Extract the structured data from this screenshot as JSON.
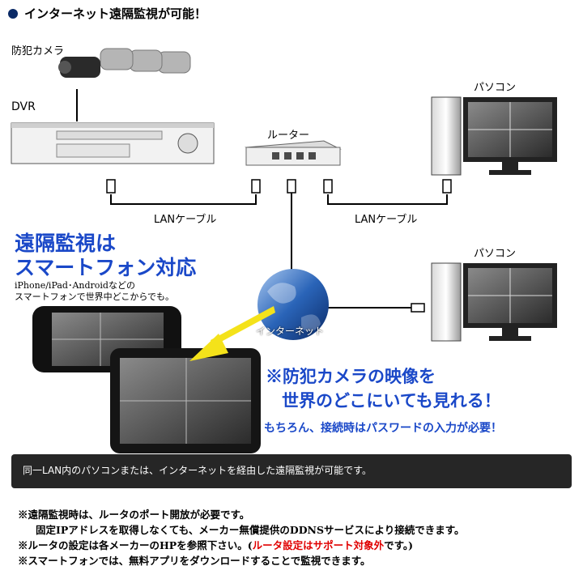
{
  "header": {
    "title": "インターネット遠隔監視が可能！"
  },
  "labels": {
    "camera": "防犯カメラ",
    "dvr": "DVR",
    "router": "ルーター",
    "pc_top": "パソコン",
    "pc_bottom": "パソコン",
    "lan_left": "LANケーブル",
    "lan_right": "LANケーブル",
    "internet": "インターネット"
  },
  "promo_smartphone": {
    "line1": "遠隔監視は",
    "line2": "スマートフォン対応",
    "sub1": "iPhone/iPad･Androidなどの",
    "sub2": "スマートフォンで世界中どこからでも。"
  },
  "promo_camera": {
    "line1": "※防犯カメラの映像を",
    "line2": "世界のどこにいても見れる！",
    "line3": "もちろん、接続時はパスワードの入力が必要！"
  },
  "banner": {
    "text": "同一LAN内のパソコンまたは、インターネットを経由した遠隔監視が可能です。"
  },
  "notes": {
    "n1": "※遠隔監視時は、ルータのポート開放が必要です。",
    "n1b": "固定IPアドレスを取得しなくても、メーカー無償提供のDDNSサービスにより接続できます。",
    "n2a": "※ルータの設定は各メーカーのHPを参照下さい。(",
    "n2red": "ルータ設定はサポート対象外",
    "n2b": "です。)",
    "n3": "※スマートフォンでは、無料アプリをダウンロードすることで監視できます。"
  },
  "colors": {
    "accent_blue": "#1a48c8",
    "warning_red": "#e00000",
    "banner_bg": "#262626"
  }
}
